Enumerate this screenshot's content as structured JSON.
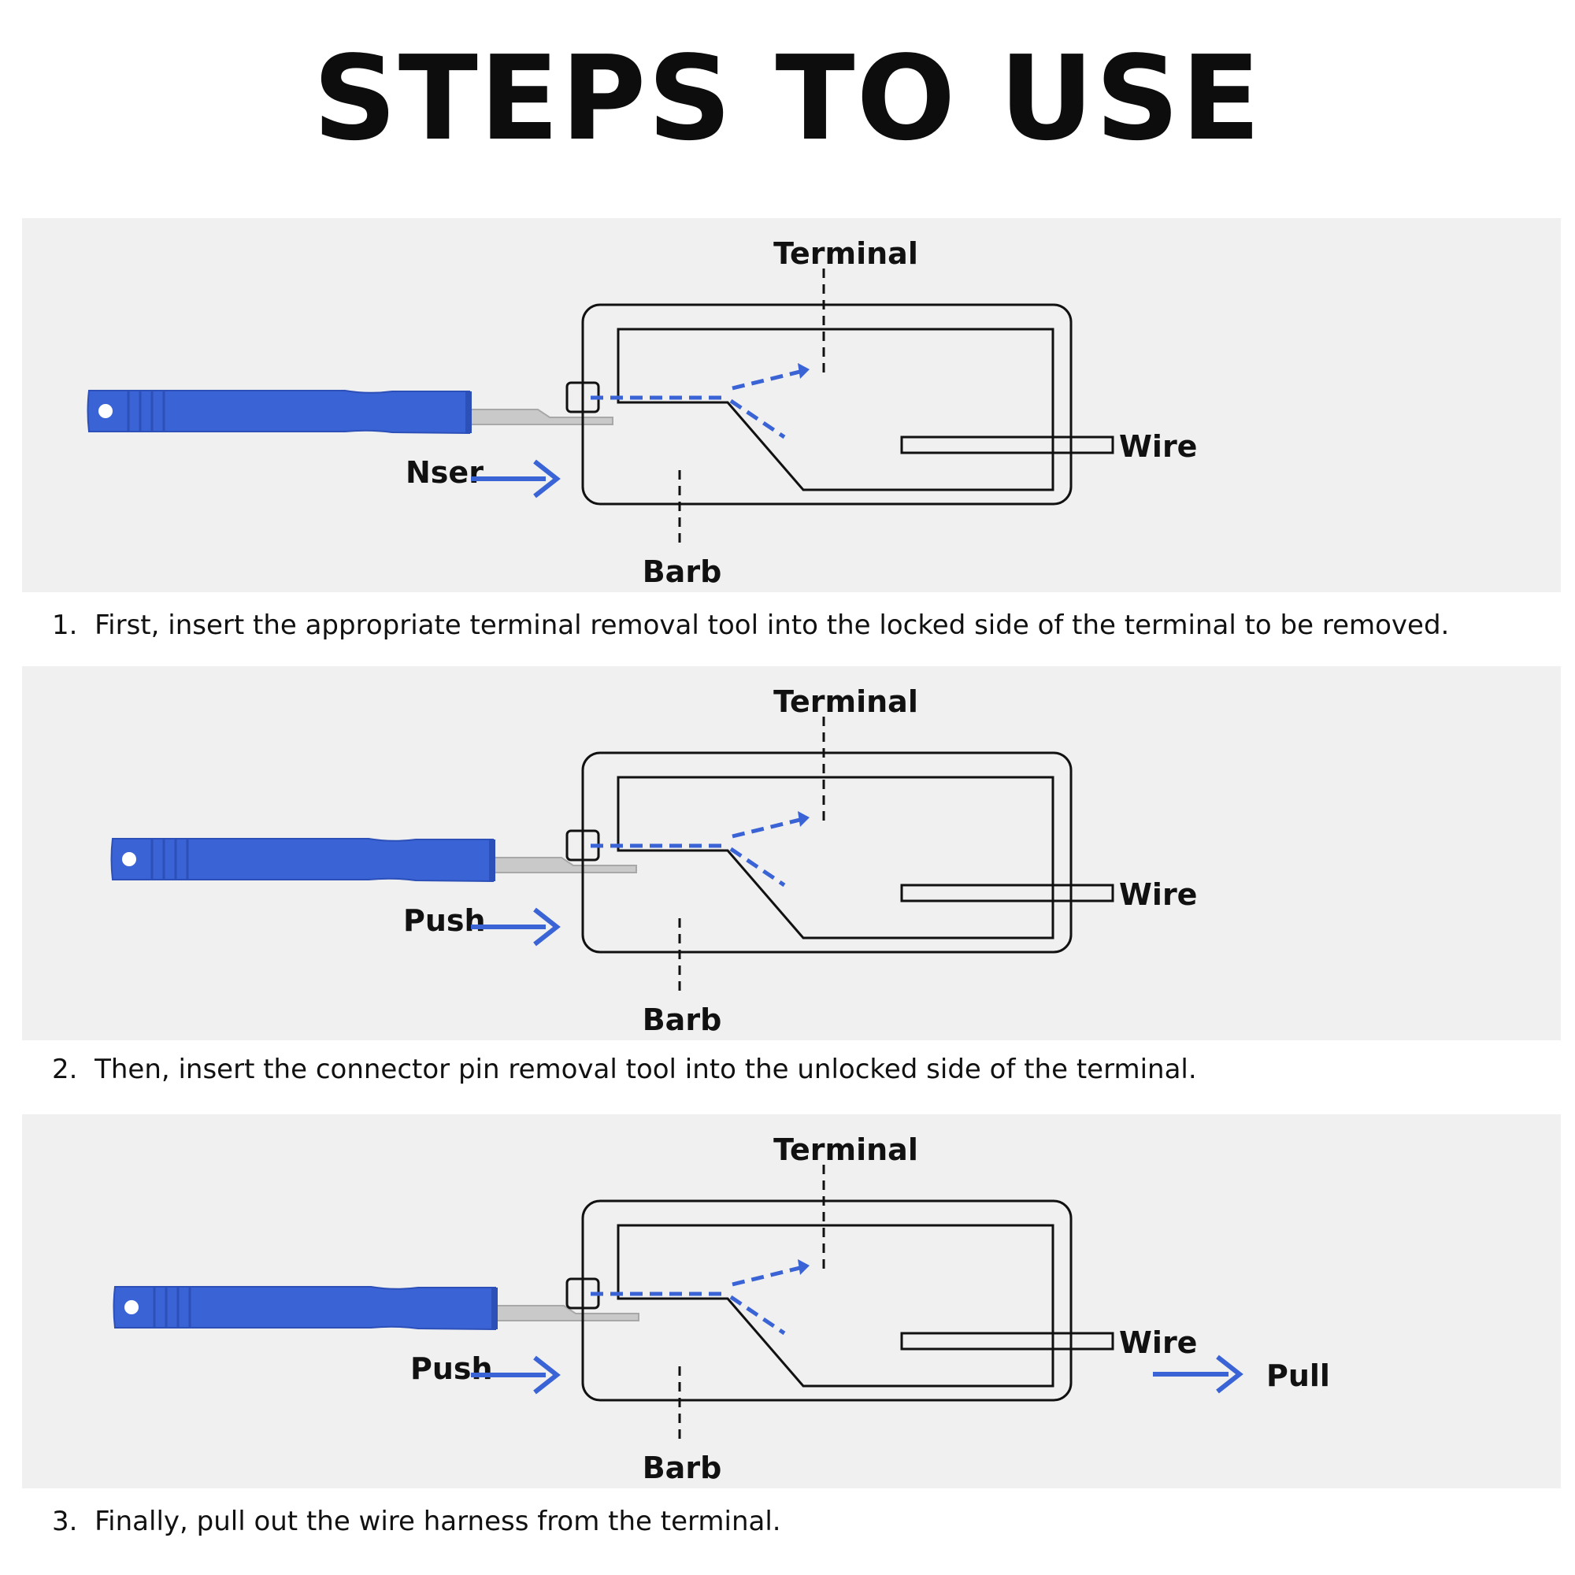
{
  "title": "STEPS TO USE",
  "colors": {
    "tool_blue": "#3a63d6",
    "tool_blue_dark": "#2c4fb8",
    "arrow_blue": "#3a63d6",
    "panel_bg": "#f0f0f0",
    "line": "#111111"
  },
  "steps": [
    {
      "number": "1.",
      "text": "First, insert the appropriate terminal removal tool into the locked side of the terminal to be removed.",
      "label_terminal": "Terminal",
      "label_wire": "Wire",
      "label_barb": "Barb",
      "label_action": "Nser",
      "label_pull": ""
    },
    {
      "number": "2.",
      "text": "Then, insert the connector pin removal tool into the unlocked side of the terminal.",
      "label_terminal": "Terminal",
      "label_wire": "Wire",
      "label_barb": "Barb",
      "label_action": "Push",
      "label_pull": ""
    },
    {
      "number": "3.",
      "text": "Finally, pull out the wire harness from the terminal.",
      "label_terminal": "Terminal",
      "label_wire": "Wire",
      "label_barb": "Barb",
      "label_action": "Push",
      "label_pull": "Pull"
    }
  ]
}
